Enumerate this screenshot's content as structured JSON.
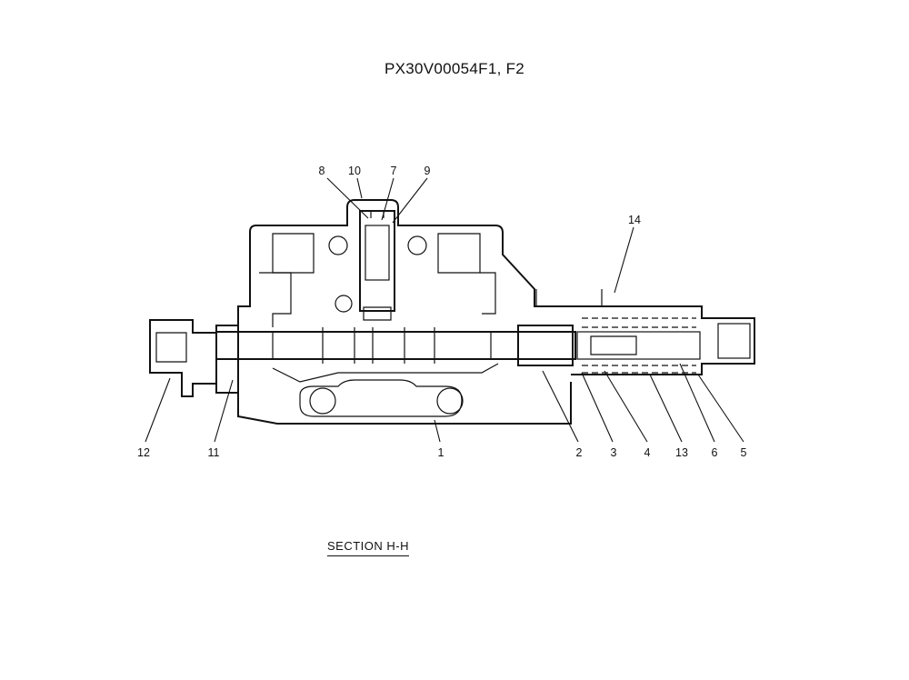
{
  "drawing": {
    "title": "PX30V00054F1, F2",
    "section_label": "SECTION  H-H",
    "callouts": [
      "1",
      "2",
      "3",
      "4",
      "5",
      "6",
      "7",
      "8",
      "9",
      "10",
      "11",
      "12",
      "13",
      "14"
    ]
  }
}
